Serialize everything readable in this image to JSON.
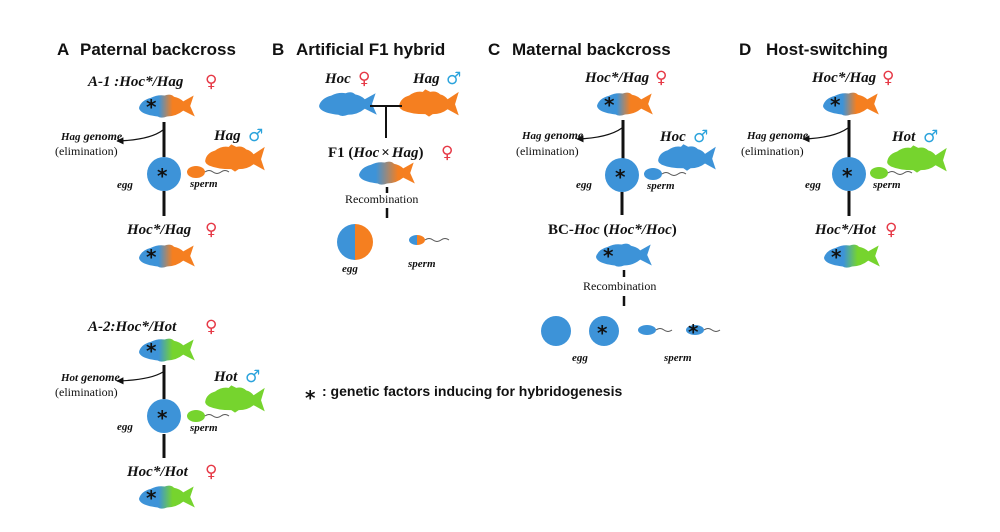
{
  "colors": {
    "hoc": "#3d93d8",
    "hag": "#f57f20",
    "hot": "#76d42e",
    "female": "#e63946",
    "male": "#2ba3dc"
  },
  "symbols": {
    "female": "♀",
    "male": "♂",
    "factor": "*",
    "cross": "×"
  },
  "panels": {
    "A": {
      "letter": "A",
      "title": "Paternal backcross"
    },
    "B": {
      "letter": "B",
      "title": "Artificial F1 hybrid"
    },
    "C": {
      "letter": "C",
      "title": "Maternal backcross"
    },
    "D": {
      "letter": "D",
      "title": "Host-switching"
    }
  },
  "labels": {
    "a1_title": "A-1 :Hoc*/Hag",
    "a2_title": "A-2:Hoc*/Hot",
    "hoc_star_hag": "Hoc*/Hag",
    "hoc_star_hot": "Hoc*/Hot",
    "hag": "Hag",
    "hot": "Hot",
    "hoc": "Hoc",
    "hag_genome": "Hag",
    "hot_genome": "Hot",
    "genome": "genome",
    "elimination": "(elimination)",
    "egg": "egg",
    "sperm": "sperm",
    "f1_prefix": "F1 (",
    "f1_hoc": "Hoc",
    "f1_hag": "Hag",
    "f1_close": ")",
    "recombination": "Recombination",
    "bc_prefix": "BC-",
    "bc_hoc": "Hoc",
    "bc_paren_open": " (",
    "bc_inner": "Hoc*/Hoc",
    "bc_paren_close": ")",
    "footnote": ": genetic factors inducing for hybridogenesis"
  }
}
